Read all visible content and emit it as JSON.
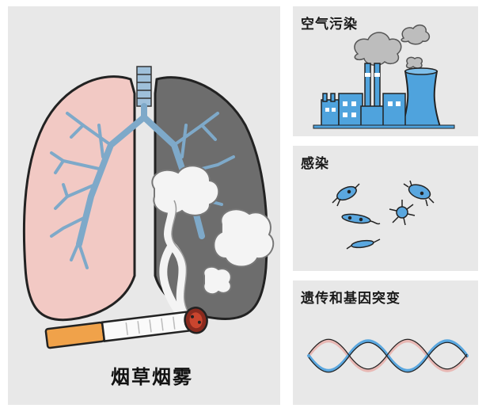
{
  "main": {
    "caption": "烟草烟雾",
    "icons": [
      "lungs-illustration",
      "smoke-cloud",
      "cigarette"
    ],
    "colors": {
      "healthy_lung": "#f2c9c4",
      "smoker_lung": "#6d6d6d",
      "bronchi": "#7ea9c9",
      "panel_bg": "#e8e8e8"
    }
  },
  "panels": [
    {
      "title": "空气污染",
      "icon": "factory-illustration"
    },
    {
      "title": "感染",
      "icon": "bacteria-illustration"
    },
    {
      "title": "遗传和基因突变",
      "icon": "dna-helix-illustration"
    }
  ]
}
